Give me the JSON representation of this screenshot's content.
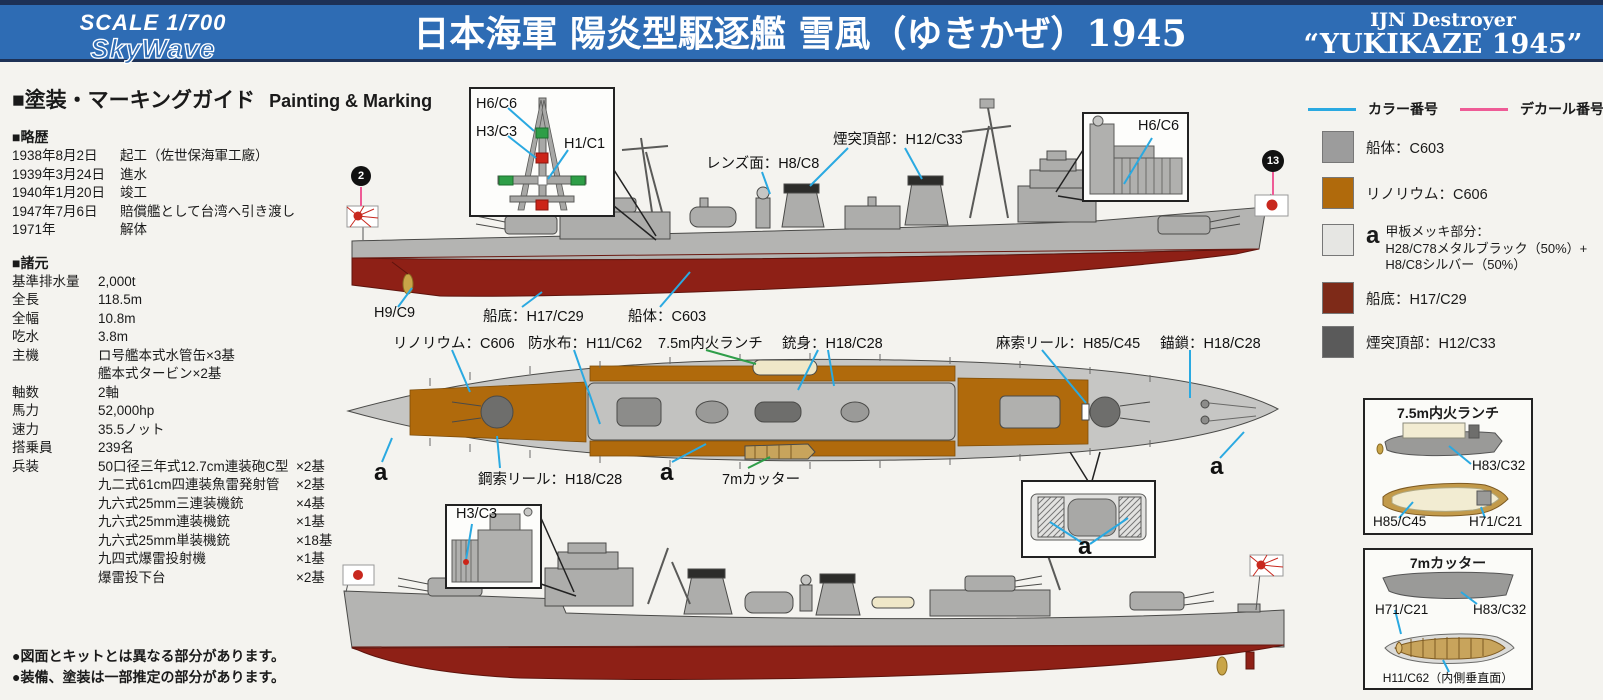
{
  "header": {
    "scale": "SCALE 1/700",
    "brand": "SkyWave",
    "title": "日本海軍 陽炎型駆逐艦 雪風（ゆきかぜ）1945",
    "subtitle_line1": "IJN Destroyer",
    "subtitle_line2": "“YUKIKAZE 1945”"
  },
  "guide": {
    "heading_jp": "■塗装・マーキングガイド",
    "heading_en": "Painting & Marking"
  },
  "history": {
    "heading": "■略歴",
    "rows": [
      {
        "date": "1938年8月2日",
        "event": "起工（佐世保海軍工廠）"
      },
      {
        "date": "1939年3月24日",
        "event": "進水"
      },
      {
        "date": "1940年1月20日",
        "event": "竣工"
      },
      {
        "date": "1947年7月6日",
        "event": "賠償艦として台湾へ引き渡し"
      },
      {
        "date": "1971年",
        "event": "解体"
      }
    ]
  },
  "specs": {
    "heading": "■諸元",
    "rows": [
      {
        "label": "基準排水量",
        "value": "2,000t"
      },
      {
        "label": "全長",
        "value": "118.5m"
      },
      {
        "label": "全幅",
        "value": "10.8m"
      },
      {
        "label": "吃水",
        "value": "3.8m"
      },
      {
        "label": "主機",
        "value": "ロ号艦本式水管缶×3基"
      },
      {
        "label": "",
        "value": "艦本式タービン×2基"
      },
      {
        "label": "軸数",
        "value": "2軸"
      },
      {
        "label": "馬力",
        "value": "52,000hp"
      },
      {
        "label": "速力",
        "value": "35.5ノット"
      },
      {
        "label": "搭乗員",
        "value": "239名"
      }
    ],
    "armament_label": "兵装",
    "armament": [
      {
        "name": "50口径三年式12.7cm連装砲C型",
        "count": "×2基"
      },
      {
        "name": "九二式61cm四連装魚雷発射管",
        "count": "×2基"
      },
      {
        "name": "九六式25mm三連装機銃",
        "count": "×4基"
      },
      {
        "name": "九六式25mm連装機銃",
        "count": "×1基"
      },
      {
        "name": "九六式25mm単装機銃",
        "count": "×18基"
      },
      {
        "name": "九四式爆雷投射機",
        "count": "×1基"
      },
      {
        "name": "爆雷投下台",
        "count": "×2基"
      }
    ]
  },
  "notes": [
    "●図面とキットとは異なる部分があります。",
    "●装備、塗装は一部推定の部分があります。"
  ],
  "legend": {
    "color_line_label": "カラー番号",
    "decal_line_label": "デカール番号",
    "color_line_color": "#2aa9e1",
    "decal_line_color": "#ee5b96",
    "items": [
      {
        "color": "#9c9c9c",
        "marker": "",
        "lines": [
          "船体：C603",
          "",
          ""
        ]
      },
      {
        "color": "#b06a0c",
        "marker": "",
        "lines": [
          "リノリウム：C606",
          "",
          ""
        ]
      },
      {
        "color": "#e6e6e3",
        "marker": "a",
        "lines": [
          "甲板メッキ部分：",
          "H28/C78メタルブラック（50%）+",
          "H8/C8シルバー（50%）"
        ]
      },
      {
        "color": "#7e2a18",
        "marker": "",
        "lines": [
          "船底：H17/C29",
          "",
          ""
        ]
      },
      {
        "color": "#5a5a5a",
        "marker": "",
        "lines": [
          "煙突頂部：H12/C33",
          "",
          ""
        ]
      }
    ]
  },
  "callouts": {
    "mast_h6": "H6/C6",
    "mast_h3": "H3/C3",
    "mast_h1": "H1/C1",
    "funnel_top": "煙突頂部：H12/C33",
    "lens": "レンズ面：H8/C8",
    "bridge_h6": "H6/C6",
    "marker_flag_stern": "2",
    "marker_flag_bow": "13",
    "propeller": "H9/C9",
    "hull_bottom": "船底：H17/C29",
    "hull": "船体：C603",
    "linoleum": "リノリウム：C606",
    "tarpaulin": "防水布：H11/C62",
    "launch": "7.5m内火ランチ",
    "gun_barrel": "銃身：H18/C28",
    "rope_reel": "麻索リール：H85/C45",
    "anchor_chain": "錨鎖：H18/C28",
    "wire_reel": "鋼索リール：H18/C28",
    "cutter": "7mカッター",
    "deck_plating_a": "a",
    "aft_h3": "H3/C3"
  },
  "boat_boxes": {
    "launch": {
      "title": "7.5m内火ランチ",
      "hull": "H83/C32",
      "interior": "H85/C45",
      "rim": "H71/C21"
    },
    "cutter": {
      "title": "7mカッター",
      "rim": "H71/C21",
      "hull": "H83/C32",
      "inner": "H11/C62（内側垂直面）"
    }
  }
}
